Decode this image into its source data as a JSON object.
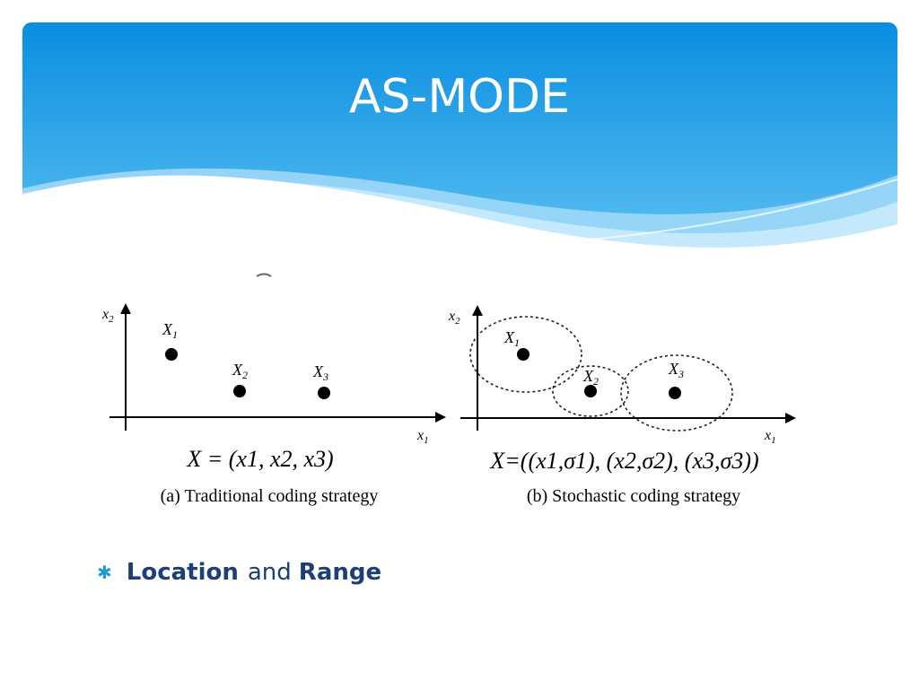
{
  "slide": {
    "title": "AS-MODE"
  },
  "figure": {
    "panel_a": {
      "axis_x": "x",
      "axis_x_sub": "1",
      "axis_y": "x",
      "axis_y_sub": "2",
      "points": [
        {
          "label": "X",
          "sub": "1"
        },
        {
          "label": "X",
          "sub": "2"
        },
        {
          "label": "X",
          "sub": "3"
        }
      ],
      "formula": "X = (x1, x2, x3)",
      "caption": "(a) Traditional coding strategy"
    },
    "panel_b": {
      "axis_x": "x",
      "axis_x_sub": "1",
      "axis_y": "x",
      "axis_y_sub": "2",
      "points": [
        {
          "label": "X",
          "sub": "1"
        },
        {
          "label": "X",
          "sub": "2"
        },
        {
          "label": "X",
          "sub": "3"
        }
      ],
      "formula": "X=((x1,σ1), (x2,σ2), (x3,σ3))",
      "caption": "(b) Stochastic coding strategy"
    }
  },
  "bullets": [
    {
      "bold_1": "Location",
      "plain": "and",
      "bold_2": "Range"
    }
  ],
  "colors": {
    "header_top": "#0a8ee0",
    "header_bottom": "#55b8f0",
    "bullet_text": "#1c3f7a",
    "bullet_marker": "#1f9ad6"
  },
  "icons": {
    "bullet": "asterisk-bullet-icon"
  }
}
